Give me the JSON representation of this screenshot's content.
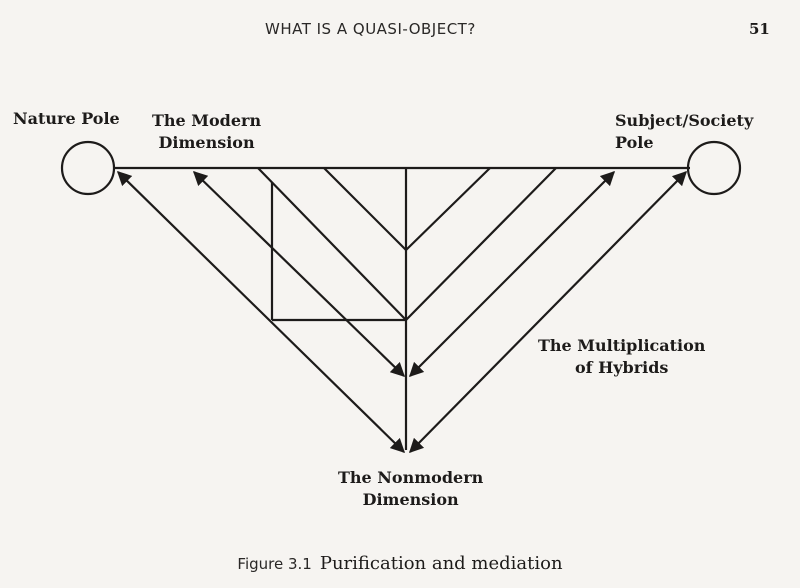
{
  "header": {
    "running_head": "WHAT IS A QUASI-OBJECT?",
    "page_number": "51"
  },
  "figure": {
    "labels": {
      "nature_pole": "Nature Pole",
      "modern_dimension": [
        "The Modern",
        "Dimension"
      ],
      "subject_society_pole": [
        "Subject/Society",
        "Pole"
      ],
      "multiplication_of_hybrids": [
        "The Multiplication",
        "of Hybrids"
      ],
      "nonmodern_dimension": [
        "The Nonmodern",
        "Dimension"
      ]
    },
    "caption": {
      "label": "Figure 3.1",
      "text": "Purification and mediation"
    }
  },
  "colors": {
    "ink": "#1d1b1a",
    "paper": "#f6f4f1"
  }
}
